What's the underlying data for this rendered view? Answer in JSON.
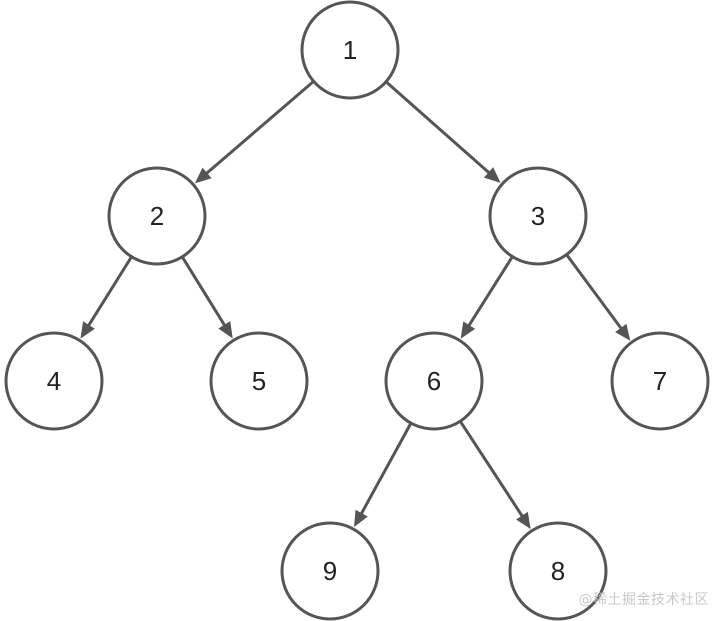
{
  "tree": {
    "nodes": [
      {
        "id": "n1",
        "label": "1"
      },
      {
        "id": "n2",
        "label": "2"
      },
      {
        "id": "n3",
        "label": "3"
      },
      {
        "id": "n4",
        "label": "4"
      },
      {
        "id": "n5",
        "label": "5"
      },
      {
        "id": "n6",
        "label": "6"
      },
      {
        "id": "n7",
        "label": "7"
      },
      {
        "id": "n9",
        "label": "9"
      },
      {
        "id": "n8",
        "label": "8"
      }
    ],
    "edges": [
      {
        "from": "n1",
        "to": "n2"
      },
      {
        "from": "n1",
        "to": "n3"
      },
      {
        "from": "n2",
        "to": "n4"
      },
      {
        "from": "n2",
        "to": "n5"
      },
      {
        "from": "n3",
        "to": "n6"
      },
      {
        "from": "n3",
        "to": "n7"
      },
      {
        "from": "n6",
        "to": "n9"
      },
      {
        "from": "n6",
        "to": "n8"
      }
    ],
    "colors": {
      "stroke": "#555555",
      "text": "#222222",
      "watermark": "#c8c8c8"
    }
  },
  "watermark": {
    "text": "@稀土掘金技术社区"
  }
}
